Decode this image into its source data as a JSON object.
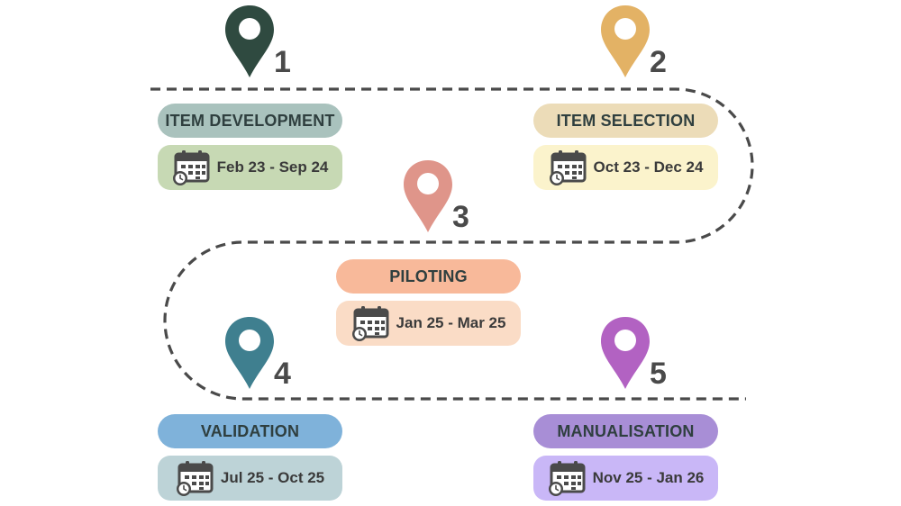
{
  "stages": [
    {
      "number": "1",
      "title": "ITEM DEVELOPMENT",
      "dates": "Feb 23 - Sep 24",
      "pin_color": "#2f4a40",
      "label_bg": "#a9c2bd",
      "date_bg": "#c7d9b4"
    },
    {
      "number": "2",
      "title": "ITEM SELECTION",
      "dates": "Oct 23 - Dec 24",
      "pin_color": "#e3b265",
      "label_bg": "#ecdcb8",
      "date_bg": "#fbf3cc"
    },
    {
      "number": "3",
      "title": "PILOTING",
      "dates": "Jan 25 - Mar 25",
      "pin_color": "#df958a",
      "label_bg": "#f8b99a",
      "date_bg": "#fadcc6"
    },
    {
      "number": "4",
      "title": "VALIDATION",
      "dates": "Jul 25 -  Oct 25",
      "pin_color": "#3f7f8f",
      "label_bg": "#7fb2da",
      "date_bg": "#bdd3d7"
    },
    {
      "number": "5",
      "title": "MANUALISATION",
      "dates": "Nov 25 - Jan 26",
      "pin_color": "#b262c2",
      "label_bg": "#a88ed6",
      "date_bg": "#c9b7f7"
    }
  ],
  "icons": {
    "pin": "location-pin-icon",
    "calendar": "calendar-clock-icon"
  },
  "path_color": "#4a4a4a"
}
